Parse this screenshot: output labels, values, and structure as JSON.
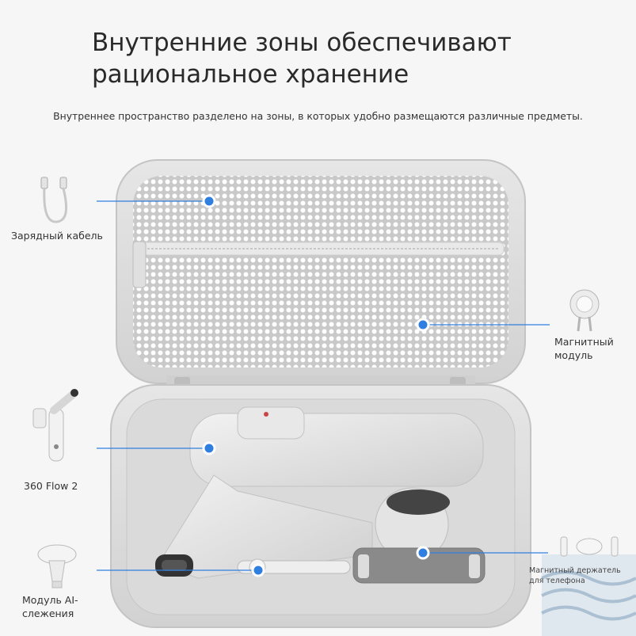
{
  "title_line1": "Внутренние зоны обеспечивают",
  "title_line2": "рациональное хранение",
  "subtitle": "Внутреннее пространство разделено на зоны, в которых удобно размещаются различные предметы.",
  "labels": {
    "charging_cable": "Зарядный кабель",
    "magnetic_module_line1": "Магнитный",
    "magnetic_module_line2": "модуль",
    "gimbal": "360 Flow 2",
    "ai_module_line1": "Модуль AI-",
    "ai_module_line2": "слежения",
    "phone_holder_line1": "Магнитный держатель",
    "phone_holder_line2": "для телефона"
  },
  "colors": {
    "accent": "#2f7fe0",
    "case": "#d9d9d9",
    "mesh": "#ffffff"
  },
  "icons": [
    "cable-icon",
    "magnetic-module-icon",
    "gimbal-icon",
    "ai-tracking-module-icon",
    "phone-holder-icon"
  ]
}
